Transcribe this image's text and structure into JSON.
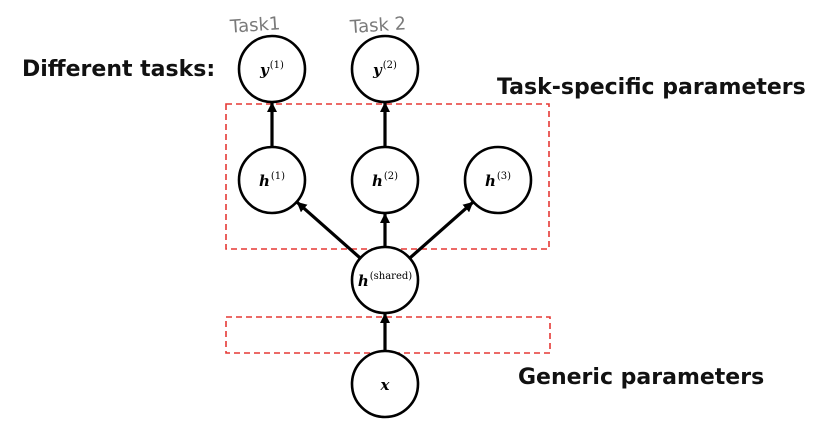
{
  "headings": {
    "different_tasks": "Different tasks:",
    "task_specific": "Task-specific parameters",
    "generic": "Generic parameters"
  },
  "handwritten_labels": {
    "task1": "Task1",
    "task2": "Task 2"
  },
  "nodes": {
    "y1": {
      "base": "y",
      "sup": "(1)"
    },
    "y2": {
      "base": "y",
      "sup": "(2)"
    },
    "h1": {
      "base": "h",
      "sup": "(1)"
    },
    "h2": {
      "base": "h",
      "sup": "(2)"
    },
    "h3": {
      "base": "h",
      "sup": "(3)"
    },
    "hs": {
      "base": "h",
      "sup": "(shared)"
    },
    "x": {
      "base": "x",
      "sup": ""
    }
  },
  "edges": [
    {
      "from": "x",
      "to": "hs"
    },
    {
      "from": "hs",
      "to": "h1"
    },
    {
      "from": "hs",
      "to": "h2"
    },
    {
      "from": "hs",
      "to": "h3"
    },
    {
      "from": "h1",
      "to": "y1"
    },
    {
      "from": "h2",
      "to": "y2"
    }
  ],
  "colors": {
    "region_border": "#e53935",
    "handwriting": "#7a7a7a",
    "stroke": "#000000"
  }
}
